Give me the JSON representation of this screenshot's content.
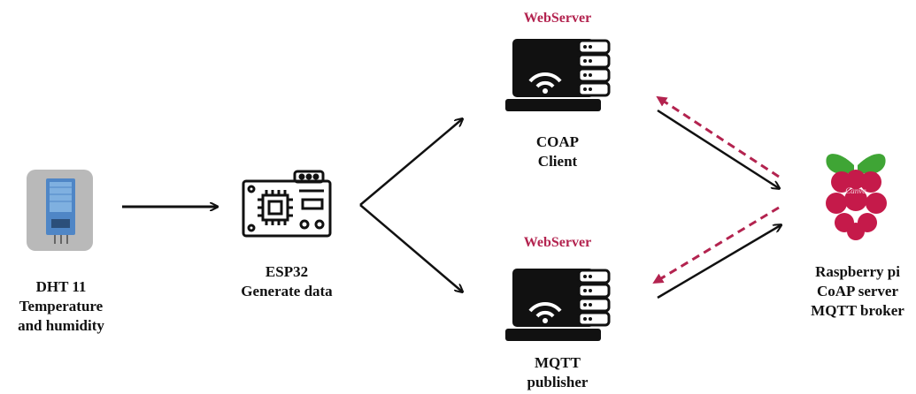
{
  "colors": {
    "accent": "#b3234f",
    "ink": "#111111",
    "sensor_bg": "#b9b9b9",
    "sensor_blue": "#4f86c6",
    "leaf": "#3fa535",
    "berry": "#c51a4a"
  },
  "nodes": {
    "sensor": {
      "icon": "dht11-sensor-icon",
      "lines": [
        "DHT 11",
        "Temperature",
        "and humidity"
      ]
    },
    "esp32": {
      "icon": "circuit-board-icon",
      "lines": [
        "ESP32",
        "Generate data"
      ]
    },
    "coap_client": {
      "header": "WebServer",
      "icon": "laptop-server-icon",
      "lines": [
        "COAP",
        "Client"
      ]
    },
    "mqtt_publisher": {
      "header": "WebServer",
      "icon": "laptop-server-icon",
      "lines": [
        "MQTT",
        "publisher"
      ]
    },
    "raspberry": {
      "icon": "raspberry-pi-icon",
      "logo_text": "Canva",
      "lines": [
        "Raspberry pi",
        "CoAP server",
        "MQTT broker"
      ]
    }
  },
  "arrows": [
    {
      "from": "sensor",
      "to": "esp32",
      "style": "solid"
    },
    {
      "from": "esp32",
      "to": "coap_client",
      "style": "solid"
    },
    {
      "from": "esp32",
      "to": "mqtt_publisher",
      "style": "solid"
    },
    {
      "from": "coap_client",
      "to": "raspberry",
      "style": "solid"
    },
    {
      "from": "raspberry",
      "to": "coap_client",
      "style": "dashed"
    },
    {
      "from": "mqtt_publisher",
      "to": "raspberry",
      "style": "solid"
    },
    {
      "from": "raspberry",
      "to": "mqtt_publisher",
      "style": "dashed"
    }
  ]
}
